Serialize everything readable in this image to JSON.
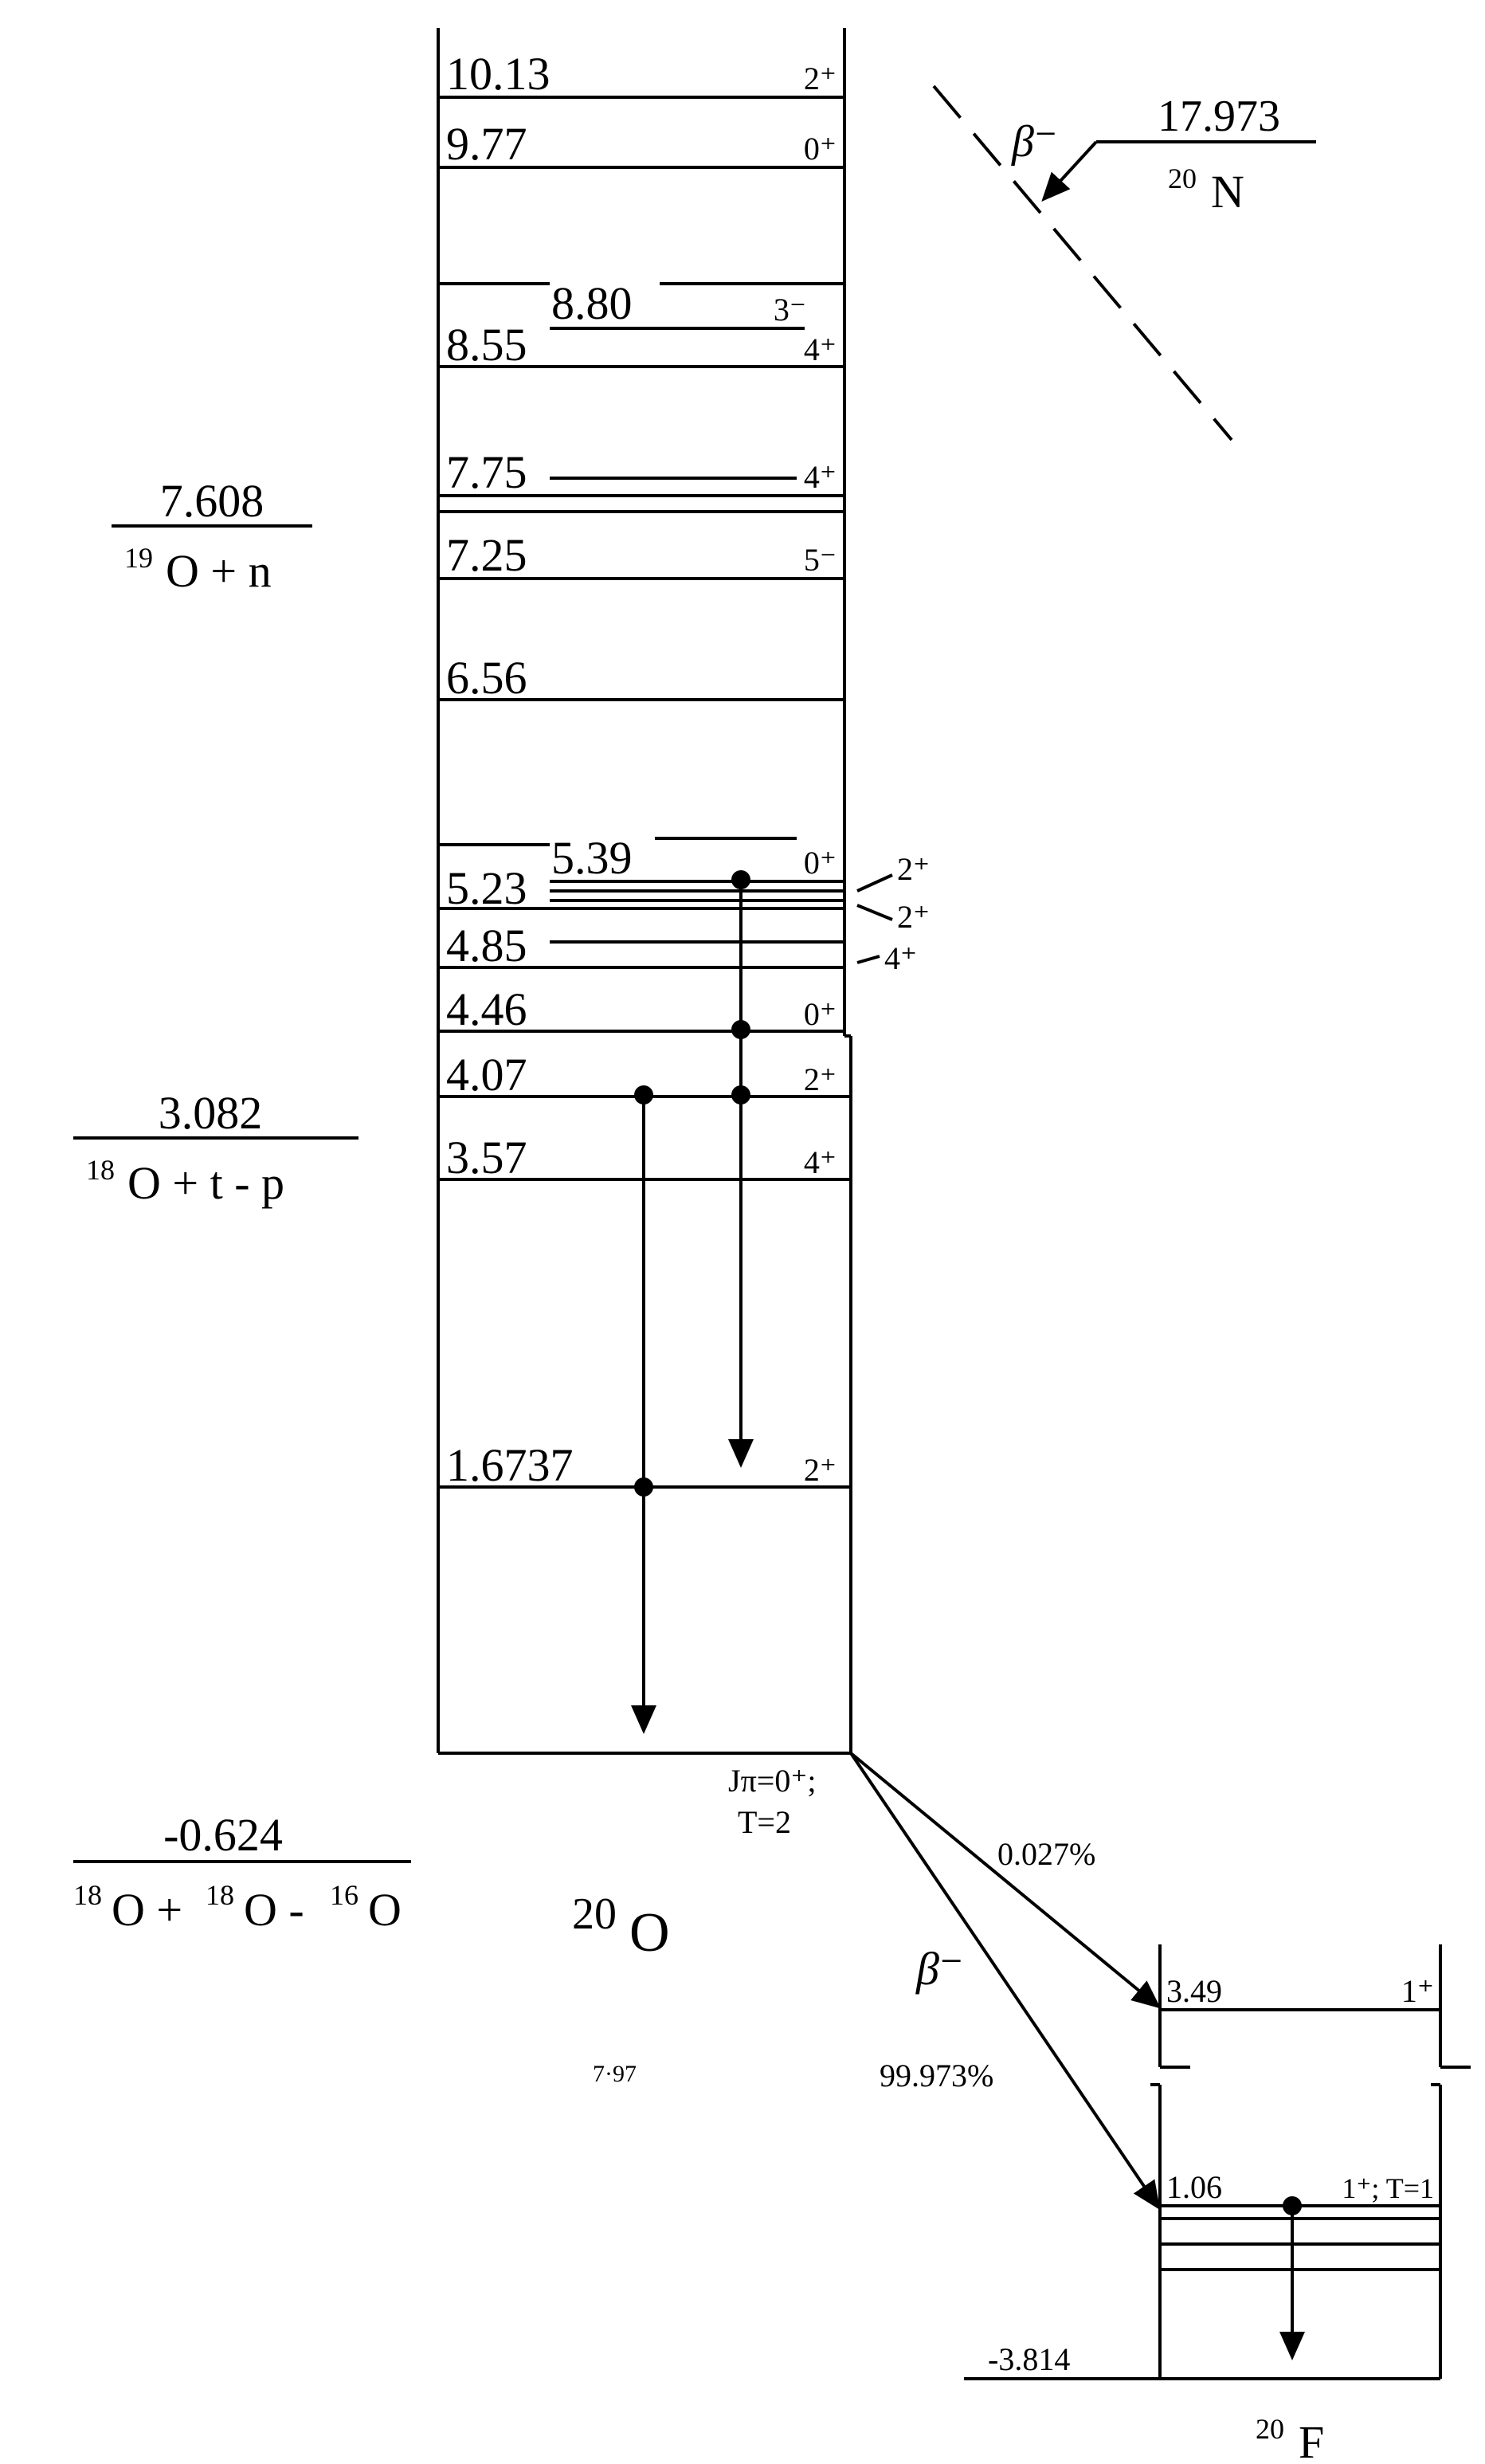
{
  "nucleus": {
    "label": "20O",
    "mass": "20",
    "element": "O",
    "footnote": "7·97",
    "ground_state": {
      "jp": "Jπ=0⁺;",
      "isospin": "T=2"
    }
  },
  "levels": [
    {
      "energy": "10.13",
      "jp": "2⁺"
    },
    {
      "energy": "9.77",
      "jp": "0⁺"
    },
    {
      "energy": "8.80",
      "jp": "3⁻"
    },
    {
      "energy": "8.55",
      "jp": "4⁺"
    },
    {
      "energy": "7.75",
      "jp": "4⁺"
    },
    {
      "energy": "7.25",
      "jp": "5⁻"
    },
    {
      "energy": "6.56",
      "jp": ""
    },
    {
      "energy": "5.39",
      "jp": "0⁺"
    },
    {
      "energy": "5.23",
      "jp": "2⁺"
    },
    {
      "energy": "",
      "jp": "2⁺"
    },
    {
      "energy": "4.85",
      "jp": "4⁺"
    },
    {
      "energy": "4.46",
      "jp": "0⁺"
    },
    {
      "energy": "4.07",
      "jp": "2⁺"
    },
    {
      "energy": "3.57",
      "jp": "4⁺"
    },
    {
      "energy": "1.6737",
      "jp": "2⁺"
    }
  ],
  "thresholds": [
    {
      "value": "7.608",
      "label_mass": "19",
      "label_rest": "O + n"
    },
    {
      "value": "3.082",
      "label_mass": "18",
      "label_rest": "O + t - p"
    },
    {
      "value": "-0.624",
      "label_parts": [
        "18",
        "O + ",
        "18",
        "O - ",
        "16",
        "O"
      ]
    }
  ],
  "parent": {
    "value": "17.973",
    "mass": "20",
    "element": "N",
    "decay": "β⁻"
  },
  "daughter": {
    "mass": "20",
    "element": "F",
    "ground_value": "-3.814",
    "levels": [
      {
        "energy": "3.49",
        "jp": "1⁺"
      },
      {
        "energy": "1.06",
        "jp": "1⁺; T=1"
      }
    ],
    "decay_label": "β⁻",
    "branches": [
      "0.027%",
      "99.973%"
    ]
  }
}
